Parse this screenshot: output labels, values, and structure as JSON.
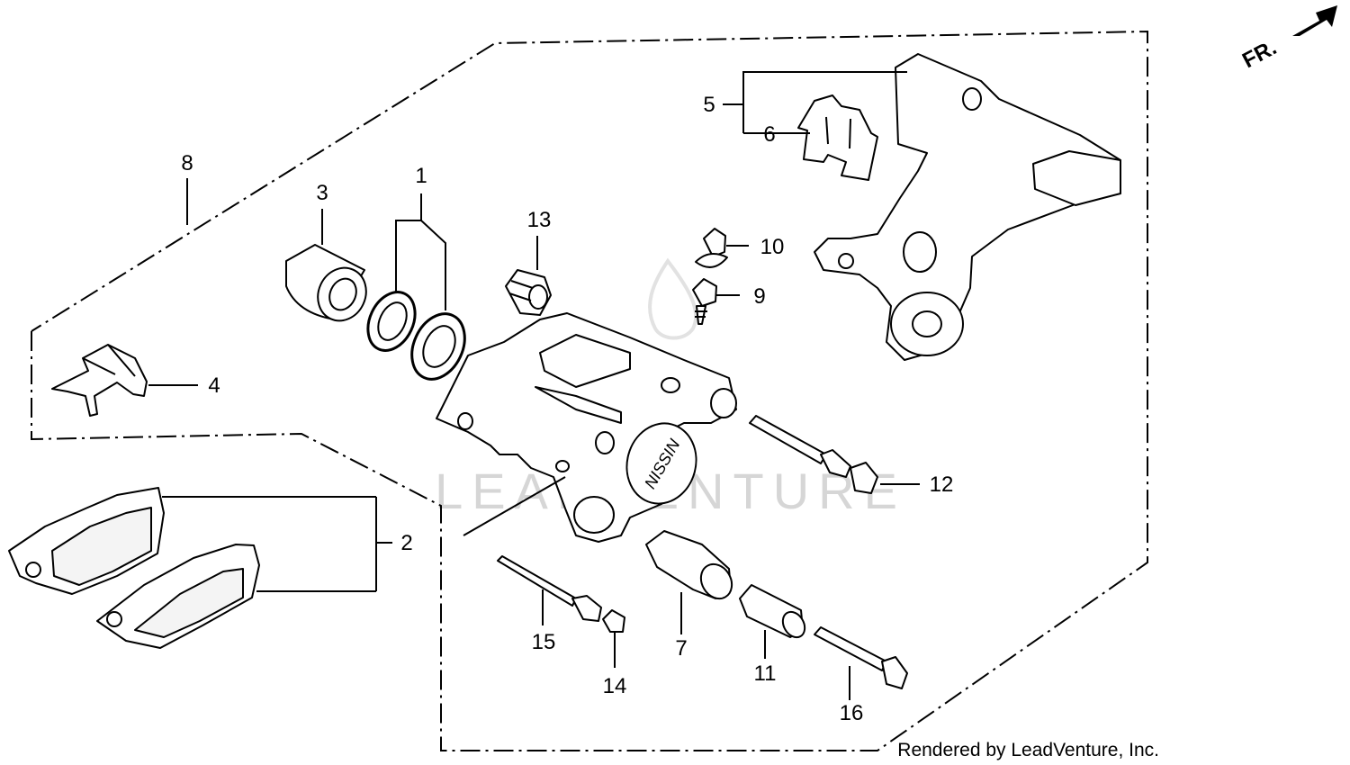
{
  "diagram": {
    "orientation_label": "FR.",
    "watermark": "LEADVENTURE",
    "credit": "Rendered by LeadVenture, Inc.",
    "callouts": {
      "c1": "1",
      "c2": "2",
      "c3": "3",
      "c4": "4",
      "c5": "5",
      "c6": "6",
      "c7": "7",
      "c8": "8",
      "c9": "9",
      "c10": "10",
      "c11": "11",
      "c12": "12",
      "c13": "13",
      "c14": "14",
      "c15": "15",
      "c16": "16"
    }
  }
}
